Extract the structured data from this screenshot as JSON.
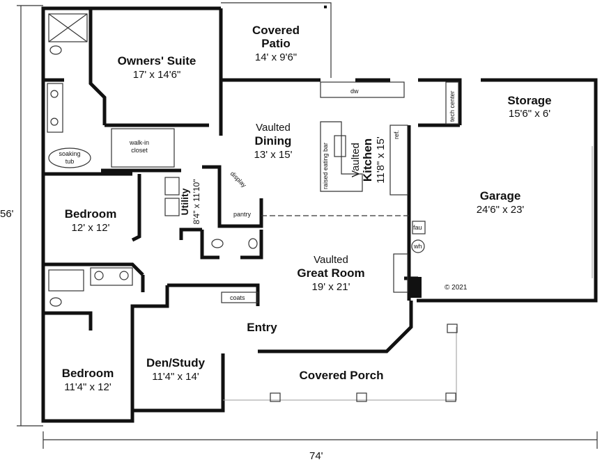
{
  "plan": {
    "overall_width": "74'",
    "overall_depth": "56'",
    "copyright": "© 2021",
    "rooms": {
      "owners_suite": {
        "name": "Owners' Suite",
        "size": "17' x 14'6\""
      },
      "covered_patio": {
        "name_line1": "Covered",
        "name_line2": "Patio",
        "size": "14' x 9'6\""
      },
      "dining": {
        "prefix": "Vaulted",
        "name": "Dining",
        "size": "13' x 15'"
      },
      "kitchen": {
        "prefix": "Vaulted",
        "name": "Kitchen",
        "size": "11'8\" x 15'"
      },
      "storage": {
        "name": "Storage",
        "size": "15'6\" x 6'"
      },
      "garage": {
        "name": "Garage",
        "size": "24'6\" x 23'"
      },
      "bedroom1": {
        "name": "Bedroom",
        "size": "12' x 12'"
      },
      "utility": {
        "name": "Utility",
        "size": "8'4\" x 11'10\""
      },
      "great_room": {
        "prefix": "Vaulted",
        "name": "Great Room",
        "size": "19' x 21'"
      },
      "entry": {
        "name": "Entry"
      },
      "den": {
        "name": "Den/Study",
        "size": "11'4\" x 14'"
      },
      "bedroom2": {
        "name": "Bedroom",
        "size": "11'4\" x 12'"
      },
      "covered_porch": {
        "name": "Covered Porch"
      }
    },
    "fixtures": {
      "soaking_tub_line1": "soaking",
      "soaking_tub_line2": "tub",
      "walk_in_line1": "walk-in",
      "walk_in_line2": "closet",
      "dw": "dw",
      "tech_center": "tech center",
      "raised_eating_bar": "raised eating bar",
      "ref": "ref.",
      "display": "display",
      "pantry": "pantry",
      "coats": "coats",
      "fau": "fau",
      "wh": "wh"
    }
  }
}
